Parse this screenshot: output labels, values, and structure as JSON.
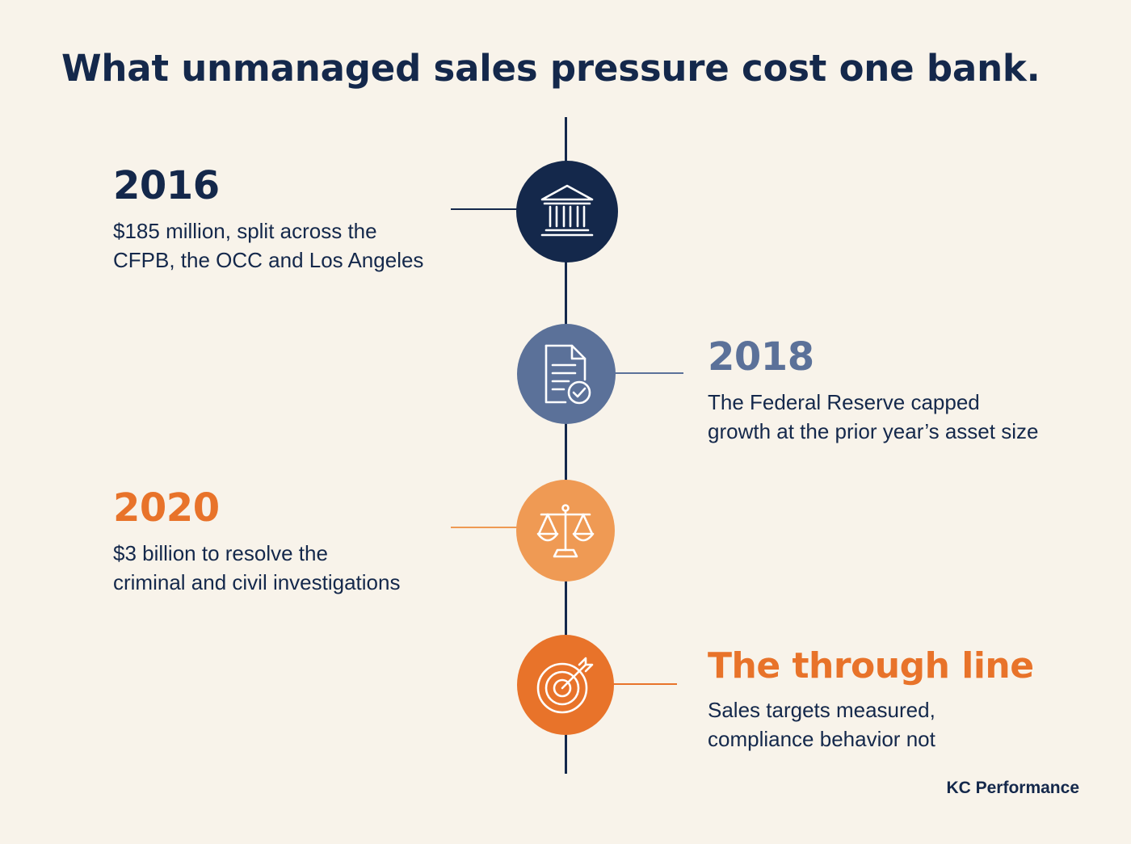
{
  "title": "What unmanaged sales pressure cost one bank.",
  "colors": {
    "background": "#f8f3ea",
    "navy": "#14284b",
    "slate_blue": "#5b7199",
    "light_orange": "#ef9a54",
    "orange": "#e8732a"
  },
  "events": [
    {
      "heading": "2016",
      "lines": [
        "$185 million, split across the",
        "CFPB, the OCC and Los Angeles"
      ],
      "icon": "bank-building-icon",
      "color": "#14284b"
    },
    {
      "heading": "2018",
      "lines": [
        "The Federal Reserve capped",
        "growth at the prior year’s asset size"
      ],
      "icon": "document-check-icon",
      "color": "#5b7199"
    },
    {
      "heading": "2020",
      "lines": [
        "$3 billion to resolve the",
        "criminal and civil investigations"
      ],
      "icon": "scales-of-justice-icon",
      "color": "#ef9a54"
    },
    {
      "heading": "The through line",
      "lines": [
        "Sales targets measured,",
        "compliance behavior not"
      ],
      "icon": "target-arrow-icon",
      "color": "#e8732a"
    }
  ],
  "brand": "KC Performance"
}
